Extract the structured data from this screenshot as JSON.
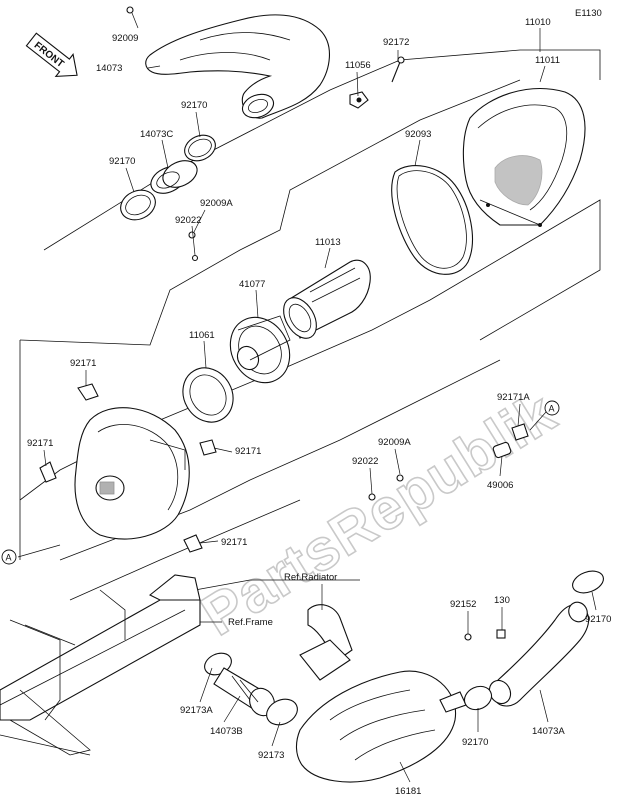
{
  "diagram_code": "E1130",
  "front_label": "FRONT",
  "watermark": "PartsRepublik",
  "callouts": {
    "c_92009": "92009",
    "c_14073": "14073",
    "c_11056": "11056",
    "c_92172": "92172",
    "c_11010": "11010",
    "c_11011": "11011",
    "c_92170_top": "92170",
    "c_14073C": "14073C",
    "c_92170_left": "92170",
    "c_92093": "92093",
    "c_92009A_top": "92009A",
    "c_92022_top": "92022",
    "c_11013": "11013",
    "c_41077": "41077",
    "c_11061": "11061",
    "c_92171_a": "92171",
    "c_92171_b": "92171",
    "c_92171_c": "92171",
    "c_92171_d": "92171",
    "c_92171A": "92171A",
    "c_49006": "49006",
    "c_92009A_mid": "92009A",
    "c_92022_mid": "92022",
    "c_92152": "92152",
    "c_130": "130",
    "c_92170_right": "92170",
    "c_92173A": "92173A",
    "c_14073B": "14073B",
    "c_92173": "92173",
    "c_92170_bottom": "92170",
    "c_14073A": "14073A",
    "c_16181": "16181"
  },
  "references": {
    "radiator": "Ref.Radiator",
    "frame": "Ref.Frame"
  },
  "connector_marker": "A"
}
